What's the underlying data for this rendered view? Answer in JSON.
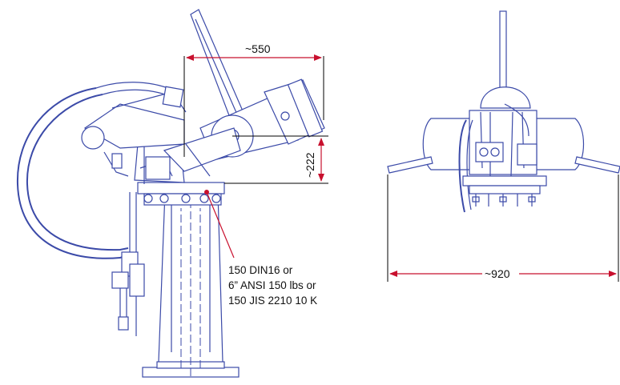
{
  "dimensions": {
    "horizontal_reach": "~550",
    "height_offset": "~222",
    "overall_width": "~920"
  },
  "flange_note": [
    "150 DIN16 or",
    "6” ANSI 150 lbs or",
    "150 JIS 2210 10 K"
  ],
  "colors": {
    "drawing_lines": "#3b4aa8",
    "dimension_lines": "#c8102e",
    "text": "#111111"
  }
}
